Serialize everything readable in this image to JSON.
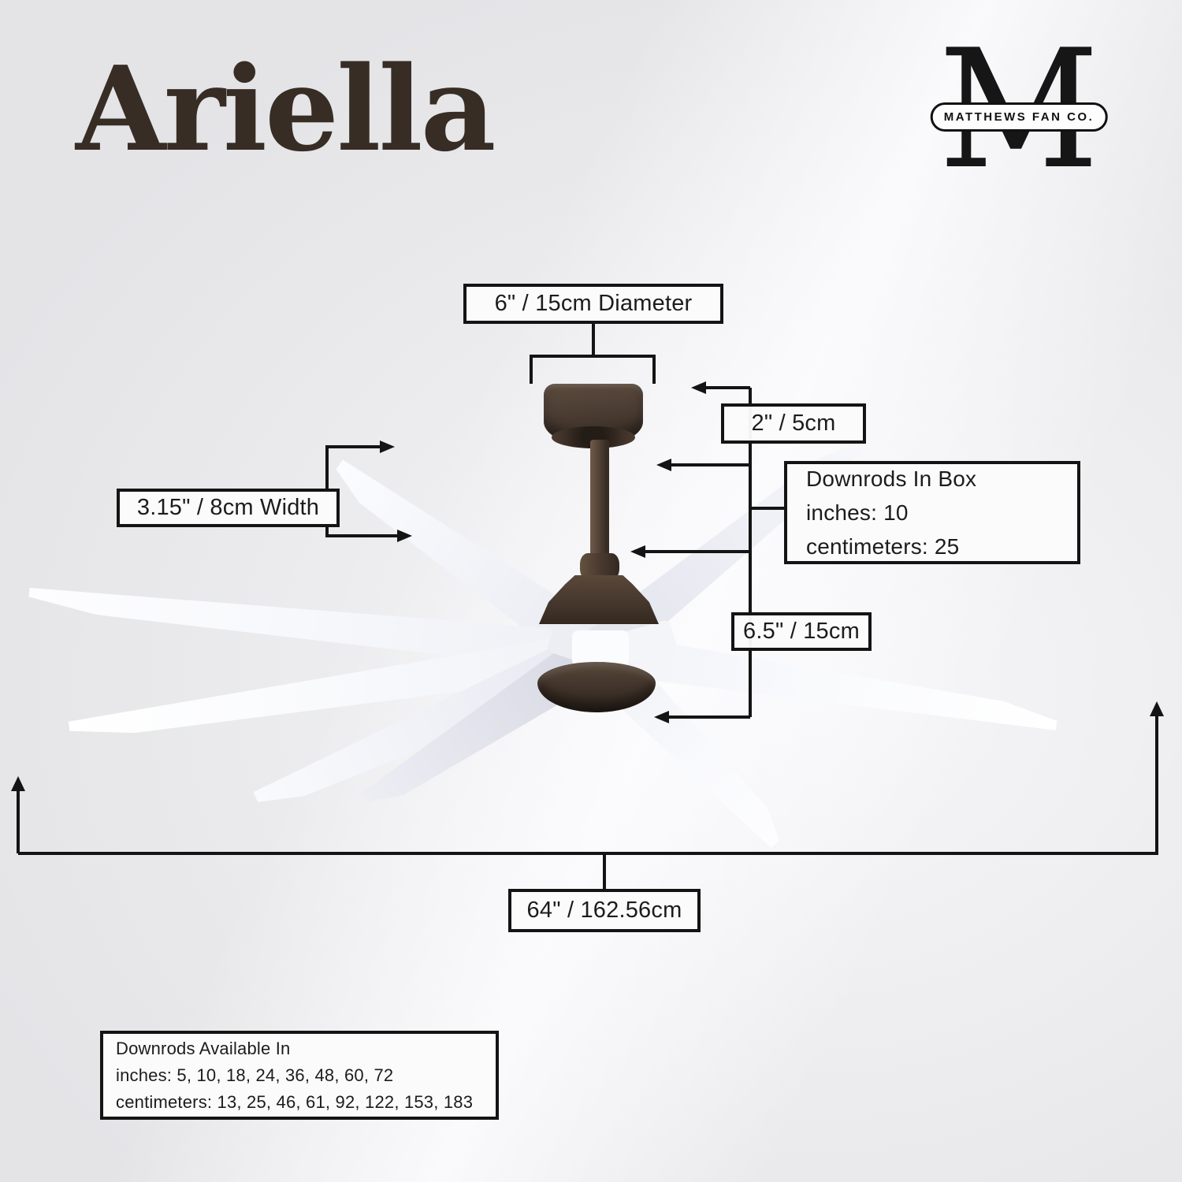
{
  "title": "Ariella",
  "brand": {
    "monogram": "M",
    "name": "MATTHEWS FAN CO."
  },
  "callouts": {
    "canopy_diameter": "6\" / 15cm Diameter",
    "downrod_diameter": "2\" / 5cm",
    "downrods_in_box": {
      "line1": "Downrods In Box",
      "line2": "inches: 10",
      "line3": "centimeters: 25"
    },
    "blade_width": "3.15\" / 8cm Width",
    "motor_height": "6.5\" / 15cm",
    "blade_span": "64\" / 162.56cm",
    "downrods_available": {
      "line1": "Downrods Available In",
      "line2": "inches: 5, 10, 18, 24, 36, 48, 60, 72",
      "line3": "centimeters: 13, 25, 46, 61, 92, 122, 153, 183"
    }
  },
  "colors": {
    "housing_bronze": "#4a3a30",
    "blade_white": "#f4f5f9",
    "line_black": "#141414",
    "title_brown": "#372d25",
    "background": "#e9e9eb"
  }
}
